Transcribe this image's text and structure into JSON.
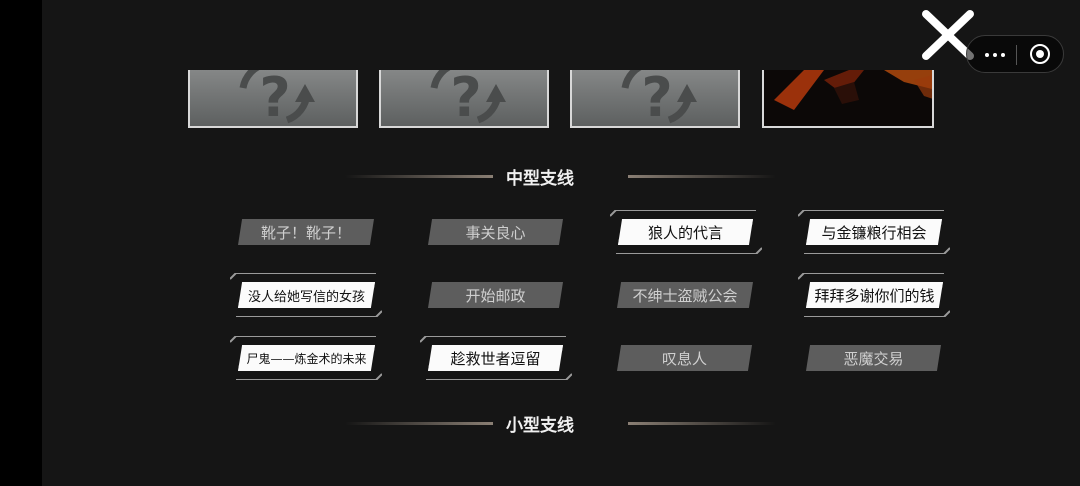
{
  "window": {
    "close_icon": "close-x-icon",
    "capsule": {
      "more_icon": "more-dots-icon",
      "target_icon": "target-circle-icon"
    }
  },
  "cards": [
    {
      "state": "locked",
      "icon": "question-cycle-icon"
    },
    {
      "state": "locked",
      "icon": "question-cycle-icon"
    },
    {
      "state": "locked",
      "icon": "question-cycle-icon"
    },
    {
      "state": "unlocked",
      "icon": "artwork-image"
    }
  ],
  "sections": {
    "medium": {
      "title": "中型支线",
      "quests": [
        {
          "label": "靴子！靴子！",
          "unlocked": false
        },
        {
          "label": "事关良心",
          "unlocked": false
        },
        {
          "label": "狼人的代言",
          "unlocked": true
        },
        {
          "label": "与金镰粮行相会",
          "unlocked": true
        },
        {
          "label": "没人给她写信的女孩",
          "unlocked": true
        },
        {
          "label": "开始邮政",
          "unlocked": false
        },
        {
          "label": "不绅士盗贼公会",
          "unlocked": false
        },
        {
          "label": "拜拜多谢你们的钱",
          "unlocked": true
        },
        {
          "label": "尸鬼——炼金术的未来",
          "unlocked": true
        },
        {
          "label": "趁救世者逗留",
          "unlocked": true
        },
        {
          "label": "叹息人",
          "unlocked": false
        },
        {
          "label": "恶魔交易",
          "unlocked": false
        }
      ]
    },
    "small": {
      "title": "小型支线"
    }
  },
  "colors": {
    "background": "#151515",
    "locked": "#5d5d5d",
    "unlocked": "#fbfbfb"
  }
}
